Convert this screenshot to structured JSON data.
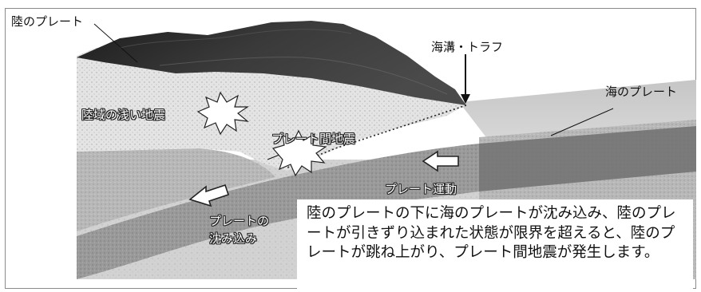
{
  "labels": {
    "continental_plate": "陸のプレート",
    "trench": "海溝・トラフ",
    "oceanic_plate": "海のプレート",
    "shallow_quake": "陸域の浅い地震",
    "interplate_quake": "プレート間地震",
    "plate_motion": "プレート運動",
    "subduction_line1": "プレートの",
    "subduction_line2": "沈み込み"
  },
  "caption": "陸のプレートの下に海のプレートが沈み込み、陸のプレートが引きずり込まれた状態が限界を超えると、陸のプレートが跳ね上がり、プレート間地震が発生します。"
}
